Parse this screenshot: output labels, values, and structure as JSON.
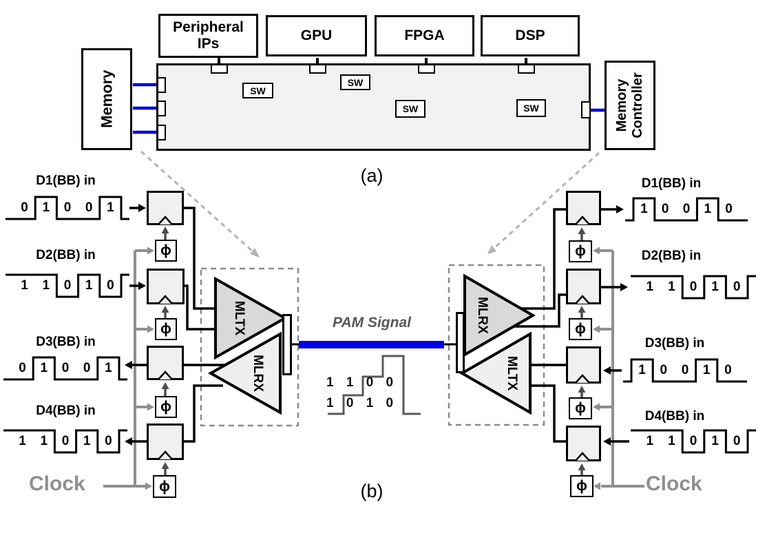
{
  "figure": {
    "panel_a_label": "(a)",
    "panel_b_label": "(b)"
  },
  "panel_a": {
    "memory": "Memory",
    "peripheral_ips": "Peripheral IPs",
    "gpu": "GPU",
    "fpga": "FPGA",
    "dsp": "DSP",
    "memory_controller": "Memory Controller",
    "sw_label": "SW"
  },
  "panel_b": {
    "phi_symbol": "ϕ",
    "pam_label": "PAM Signal",
    "pam_bits_top": "1 1 0 0",
    "pam_bits_bottom": "1 0 1 0",
    "left": {
      "clock_label": "Clock",
      "mltx_label": "MLTX",
      "mlrx_label": "MLRX",
      "signals": [
        {
          "name": "D1(BB) in",
          "bits": "01001"
        },
        {
          "name": "D2(BB) in",
          "bits": "11010"
        },
        {
          "name": "D3(BB) in",
          "bits": "01001"
        },
        {
          "name": "D4(BB) in",
          "bits": "11010"
        }
      ]
    },
    "right": {
      "clock_label": "Clock",
      "mlrx_label": "MLRX",
      "mltx_label": "MLTX",
      "signals": [
        {
          "name": "D1(BB) in",
          "bits": "10010"
        },
        {
          "name": "D2(BB) in",
          "bits": "11010"
        },
        {
          "name": "D3(BB) in",
          "bits": "10010"
        },
        {
          "name": "D4(BB) in",
          "bits": "11010"
        }
      ]
    }
  },
  "colors": {
    "channel_blue": "#0000E6",
    "clock_gray": "#8f8f8f"
  }
}
